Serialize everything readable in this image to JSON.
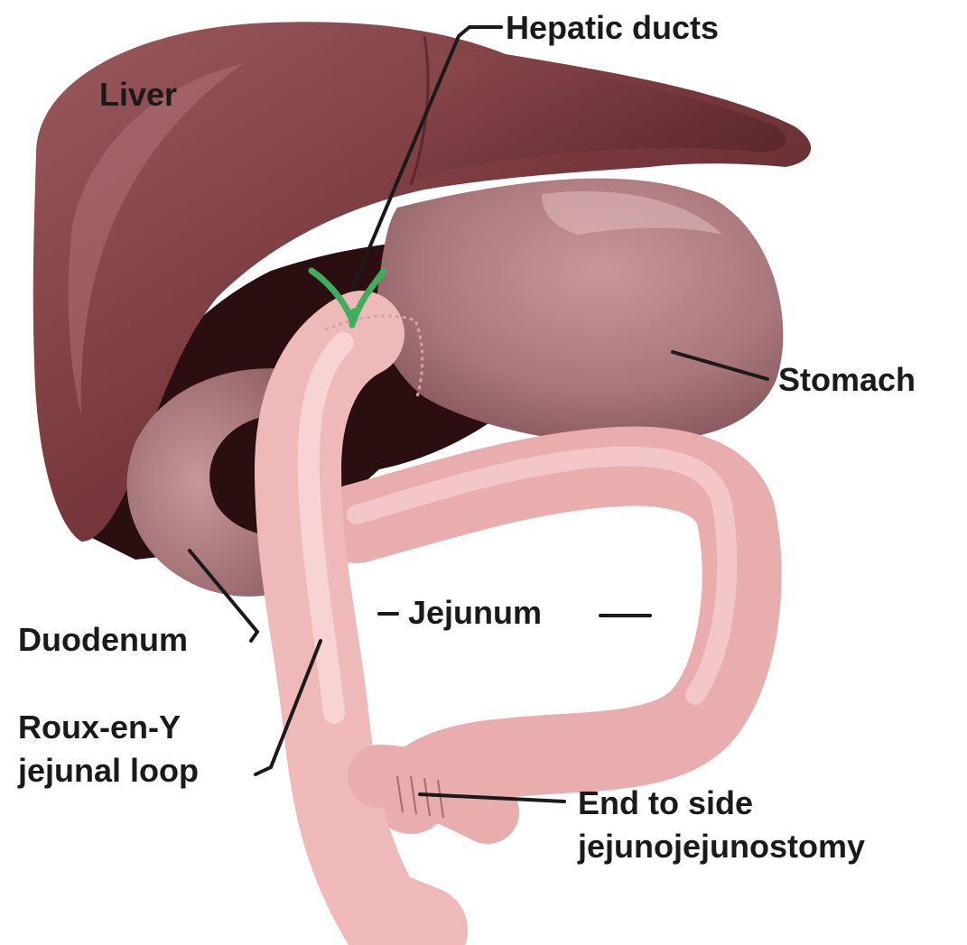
{
  "labels": {
    "liver": "Liver",
    "hepatic_ducts": "Hepatic ducts",
    "stomach": "Stomach",
    "duodenum": "Duodenum",
    "jejunum": "Jejunum",
    "roux_line1": "Roux-en-Y",
    "roux_line2": "jejunal loop",
    "anastomosis_line1": "End to side",
    "anastomosis_line2": "jejunojejunostomy"
  },
  "colors": {
    "liver": "#7a3a3e",
    "liver_dark": "#3a1518",
    "stomach": "#a8767b",
    "intestine": "#f0b9b9",
    "duct": "#3fae5a",
    "label_text": "#1a1a1a"
  }
}
